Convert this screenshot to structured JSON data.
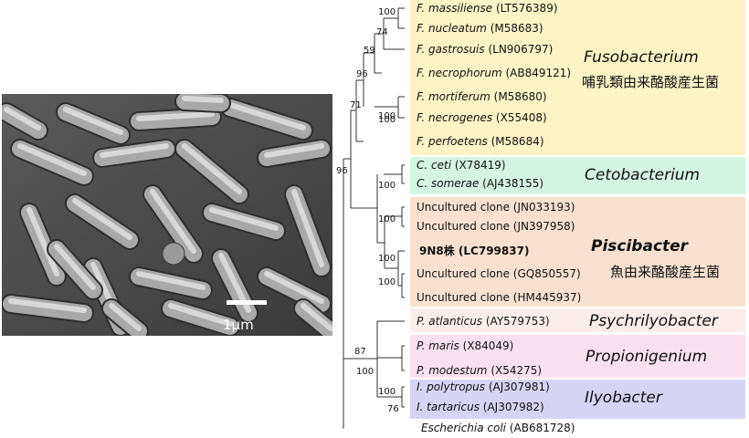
{
  "scale_label": "1μm",
  "taxa": [
    {
      "genus": "F.",
      "species": "massiliense",
      "acc": "(LT576389)"
    },
    {
      "genus": "F.",
      "species": "nucleatum",
      "acc": "(M58683)"
    },
    {
      "genus": "F.",
      "species": "gastrosuis",
      "acc": "(LN906797)"
    },
    {
      "genus": "F.",
      "species": "necrophorum",
      "acc": "(AB849121)"
    },
    {
      "genus": "F.",
      "species": "mortiferum",
      "acc": "(M58680)"
    },
    {
      "genus": "F.",
      "species": "necrogenes",
      "acc": "(X55408)"
    },
    {
      "genus": "F.",
      "species": "perfoetens",
      "acc": "(M58684)"
    },
    {
      "genus": "C.",
      "species": "ceti",
      "acc": "(X78419)"
    },
    {
      "genus": "C.",
      "species": "somerae",
      "acc": "(AJ438155)"
    },
    {
      "plain": "Uncultured clone",
      "acc": "(JN033193)"
    },
    {
      "plain": "Uncultured clone",
      "acc": "(JN397958)"
    },
    {
      "strain": "9N8株 (LC799837)"
    },
    {
      "plain": "Uncultured clone",
      "acc": "(GQ850557)"
    },
    {
      "plain": "Uncultured clone",
      "acc": "(HM445937)"
    },
    {
      "genus": "P.",
      "species": "atlanticus",
      "acc": "(AY579753)"
    },
    {
      "genus": "P.",
      "species": "maris",
      "acc": "(X84049)"
    },
    {
      "genus": "P.",
      "species": "modestum",
      "acc": "(X54275)"
    },
    {
      "genus": "I.",
      "species": "polytropus",
      "acc": "(AJ307981)"
    },
    {
      "genus": "I.",
      "species": "tartaricus",
      "acc": "(AJ307982)"
    },
    {
      "genus": "Escherichia",
      "species": "coli",
      "acc": "(AB681728)"
    }
  ],
  "bootstrap": [
    "100",
    "74",
    "59",
    "96",
    "100",
    "100",
    "71",
    "96",
    "100",
    "100",
    "100",
    "100",
    "87",
    "100",
    "100",
    "76"
  ],
  "groups": [
    {
      "name": "Fusobacterium",
      "subtitle": "哺乳類由来酪酸産生菌",
      "color": "#fdf3c7"
    },
    {
      "name": "Cetobacterium",
      "subtitle": "",
      "color": "#d5f5e3"
    },
    {
      "name": "Piscibacter",
      "subtitle": "魚由来酪酸産生菌",
      "color": "#fae1cf",
      "name_color": "#cc0000"
    },
    {
      "name": "Psychrilyobacter",
      "subtitle": "",
      "color": "#fbeeea"
    },
    {
      "name": "Propionigenium",
      "subtitle": "",
      "color": "#fbe1f0"
    },
    {
      "name": "Ilyobacter",
      "subtitle": "",
      "color": "#d6d4f5"
    }
  ],
  "highlight_color": "#cc0000"
}
